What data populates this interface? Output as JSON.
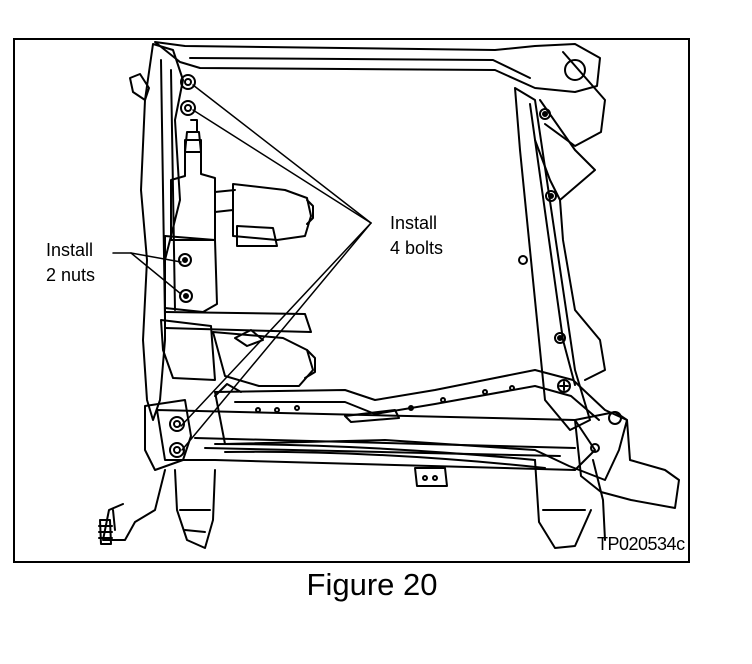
{
  "figure": {
    "caption": "Figure 20",
    "id": "TP020534c",
    "callouts": {
      "nuts": {
        "line1": "Install",
        "line2": "2 nuts"
      },
      "bolts": {
        "line1": "Install",
        "line2": "4 bolts"
      }
    }
  }
}
